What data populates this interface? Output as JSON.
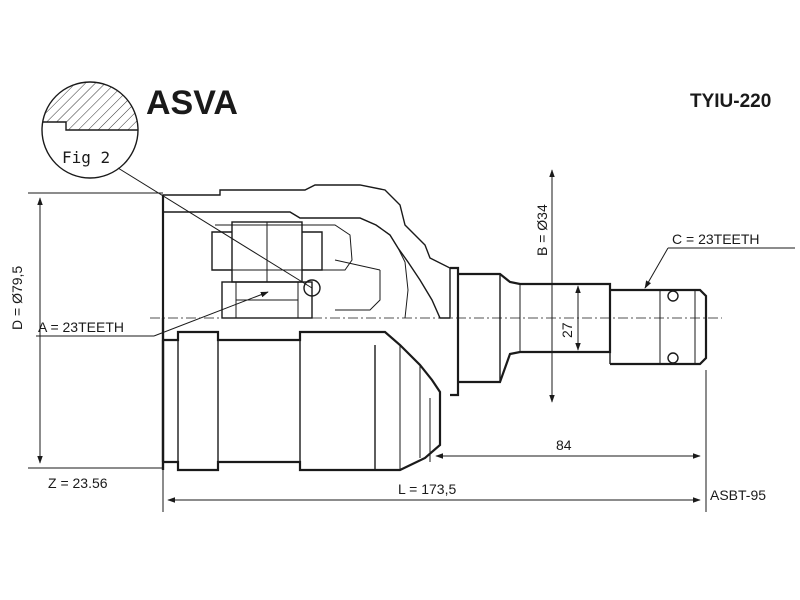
{
  "brand": "ASVA",
  "part_code": "TYIU-220",
  "figure_label": "Fig 2",
  "dimensions": {
    "d_label": "D = Ø79,5",
    "b_label": "B = Ø34",
    "a_label": "A = 23TEETH",
    "c_label": "C = 23TEETH",
    "shaft_diameter": "27",
    "shaft_length": "84",
    "total_length": "L = 173,5",
    "z_label": "Z = 23.56"
  },
  "ref_code": "ASBT-95"
}
